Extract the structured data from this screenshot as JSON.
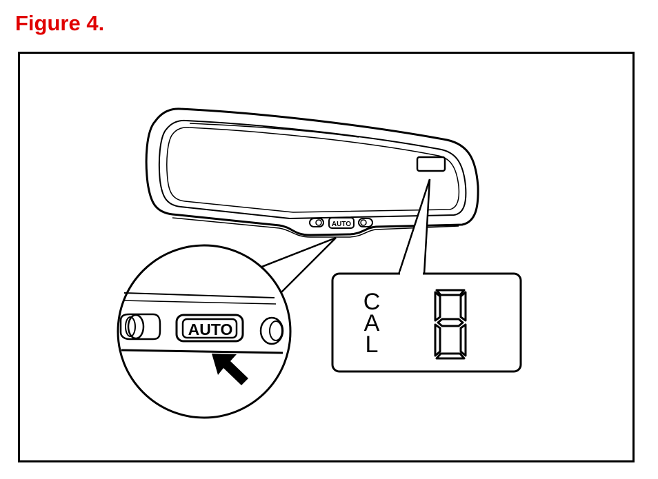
{
  "figure": {
    "title": "Figure 4.",
    "title_color": "#e00000"
  },
  "mirror": {
    "button_label": "AUTO"
  },
  "magnifier": {
    "button_label": "AUTO"
  },
  "display": {
    "letters": [
      "C",
      "A",
      "L"
    ],
    "digit": "8"
  },
  "colors": {
    "line": "#000000",
    "background": "#ffffff"
  }
}
